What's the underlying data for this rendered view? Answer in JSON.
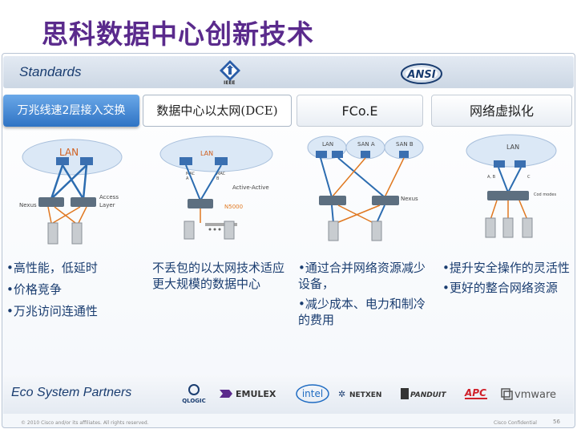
{
  "title": "思科数据中心创新技术",
  "standards": {
    "label": "Standards",
    "ieee_text": "IEEE",
    "ansi_text": "ANSI"
  },
  "columns": [
    {
      "header": "万兆线速2层接入交换",
      "bullets": [
        "•高性能，低延时",
        "•价格竞争",
        "•万兆访问连通性"
      ],
      "diagram": {
        "lan": "LAN",
        "nexus": "Nexus",
        "access": "Access",
        "layer": "Layer"
      }
    },
    {
      "header": "数据中心以太网(DCE)",
      "bullets": [
        "不丢包的以太网技术适应更大规模的数据中心"
      ],
      "diagram": {
        "lan": "LAN",
        "mac_a": "MAC",
        "mac_a2": "A",
        "mac_b": "MAC",
        "mac_b2": "B",
        "active": "Active-Active",
        "n5000": "N5000"
      }
    },
    {
      "header": "FCo.E",
      "bullets": [
        "•通过合并网络资源减少设备，",
        "•减少成本、电力和制冷的费用"
      ],
      "diagram": {
        "lan": "LAN",
        "san_a": "SAN A",
        "san_b": "SAN B",
        "nexus": "Nexus"
      }
    },
    {
      "header": "网络虚拟化",
      "bullets": [
        "•提升安全操作的灵活性",
        "•更好的整合网络资源"
      ],
      "diagram": {
        "lan": "LAN",
        "ab": "A, B",
        "c": "C",
        "cod": "Cod modes"
      }
    }
  ],
  "partners": {
    "label": "Eco System Partners",
    "logos": {
      "qlogic": "QLOGIC",
      "emulex": "EMULEX",
      "intel": "intel",
      "netxen": "NETXEN",
      "panduit": "PANDUIT",
      "apc": "APC",
      "vmware": "vmware"
    }
  },
  "footer": {
    "copyright": "© 2010 Cisco and/or its affiliates. All rights reserved.",
    "confidential": "Cisco Confidential",
    "page": "56"
  },
  "colors": {
    "title": "#5a2a8c",
    "accent_blue": "#2f73c4",
    "link_orange": "#e07820",
    "link_blue": "#2c6cb0",
    "bullet_text": "#1a3d70"
  }
}
